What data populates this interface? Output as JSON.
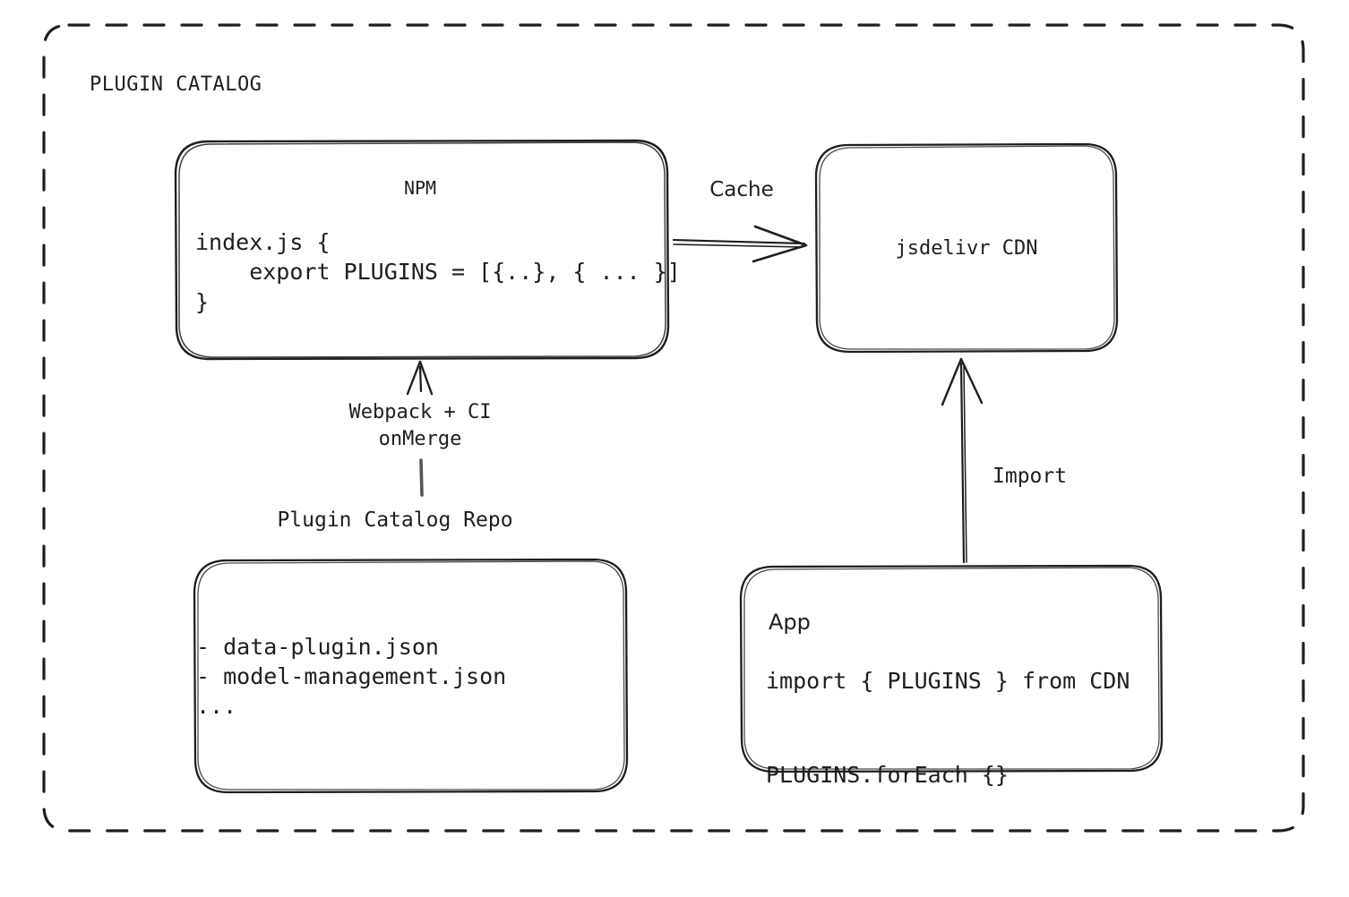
{
  "diagram": {
    "type": "architecture-flow",
    "frame": {
      "title": "PLUGIN CATALOG",
      "border_style": "dashed",
      "stroke_color": "#1e1e1e",
      "background": "#ffffff"
    },
    "nodes": [
      {
        "id": "npm",
        "title": "NPM",
        "code": "index.js {\n    export PLUGINS = [{..}, { ... }]\n}"
      },
      {
        "id": "cdn",
        "title": "jsdelivr CDN"
      },
      {
        "id": "repo",
        "caption": "Plugin Catalog Repo",
        "items": "- data-plugin.json\n- model-management.json\n..."
      },
      {
        "id": "app",
        "title": "App",
        "code": "import { PLUGINS } from CDN\n\nPLUGINS.forEach {}"
      }
    ],
    "edges": [
      {
        "id": "cache",
        "label": "Cache",
        "from": "npm",
        "to": "cdn"
      },
      {
        "id": "build",
        "label": "Webpack + CI\nonMerge",
        "from": "repo",
        "to": "npm"
      },
      {
        "id": "import",
        "label": "Import",
        "from": "app",
        "to": "cdn"
      }
    ]
  }
}
